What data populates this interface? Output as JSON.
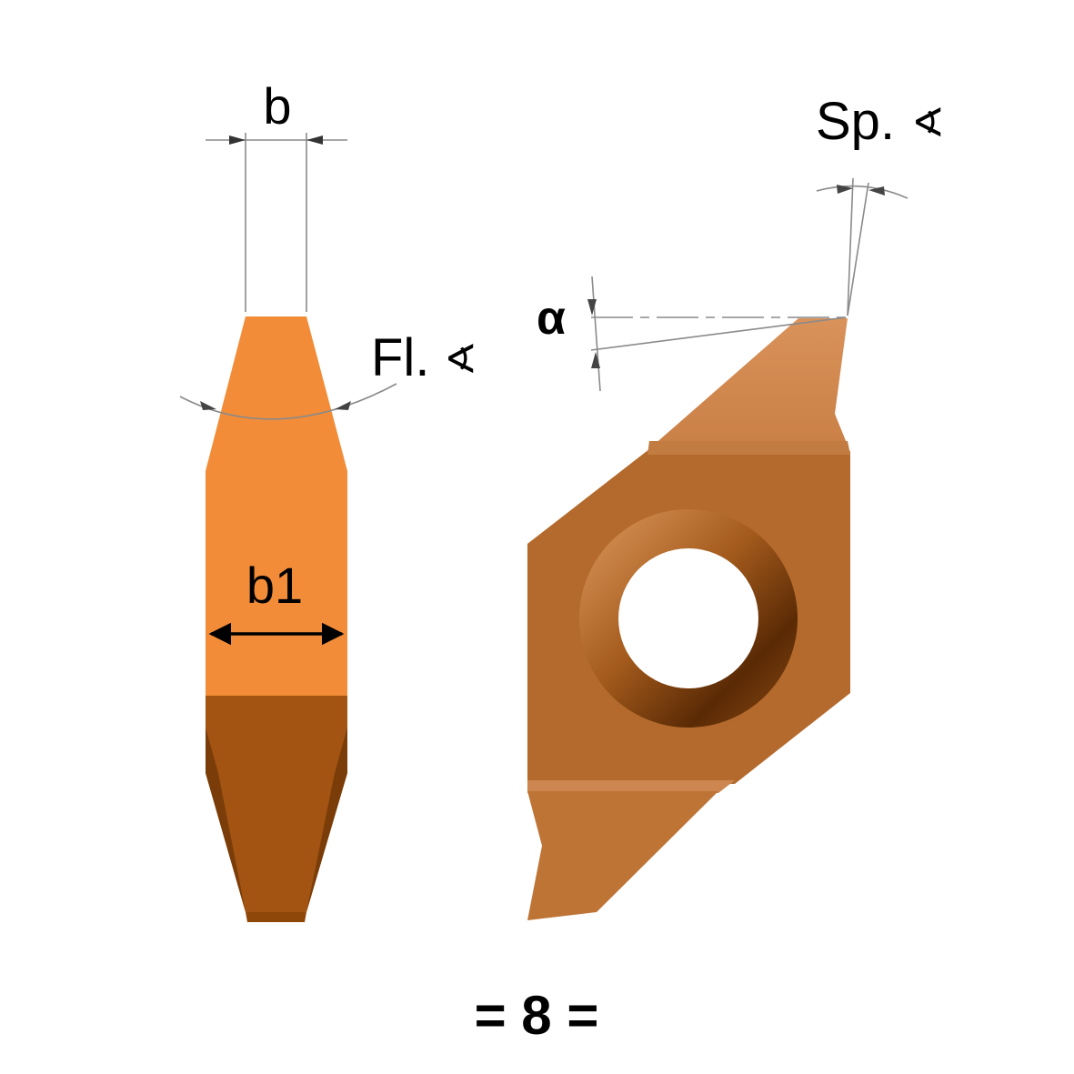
{
  "labels": {
    "width_top": "b",
    "width_body": "b1",
    "flank_angle": "Fl.",
    "chip_angle": "Sp.",
    "clearance_angle": "α",
    "angle_symbol": "∢",
    "code": "= 8 ="
  },
  "colors": {
    "side_light": "#f28c38",
    "side_dark": "#a35412",
    "side_bottom": "#8f4609",
    "insert_main": "#b36a2c",
    "insert_top": "#d38a50",
    "insert_bottom": "#be7435",
    "hole_ring": "#a55c1e",
    "dimension_line": "#8a8a8a"
  }
}
